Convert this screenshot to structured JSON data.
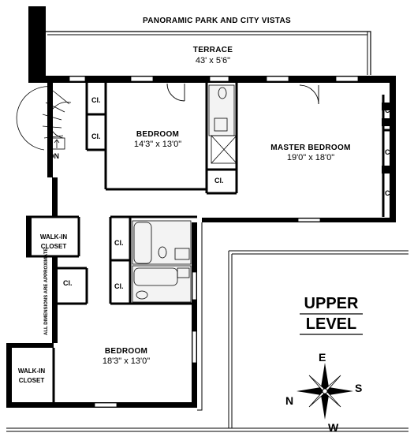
{
  "header": {
    "view_title": "Panoramic Park And City Vistas"
  },
  "terrace": {
    "name": "Terrace",
    "dims": "43' x 5'6\""
  },
  "rooms": {
    "bedroom_upper": {
      "name": "Bedroom",
      "dims": "14'3\" x 13'0\""
    },
    "master_bedroom": {
      "name": "Master Bedroom",
      "dims": "19'0\" x 18'0\""
    },
    "bedroom_lower": {
      "name": "Bedroom",
      "dims": "18'3\" x 13'0\""
    },
    "walk_in_closet_1": {
      "line1": "Walk-In",
      "line2": "Closet"
    },
    "walk_in_closet_2": {
      "line1": "Walk-In",
      "line2": "Closet"
    }
  },
  "closet_label": "Cl.",
  "stairs_label": "DN",
  "level": {
    "line1": "UPPER",
    "line2": "LEVEL"
  },
  "disclaimer": "All dimensions are approximate",
  "compass": {
    "n": "N",
    "e": "E",
    "s": "S",
    "w": "W"
  }
}
